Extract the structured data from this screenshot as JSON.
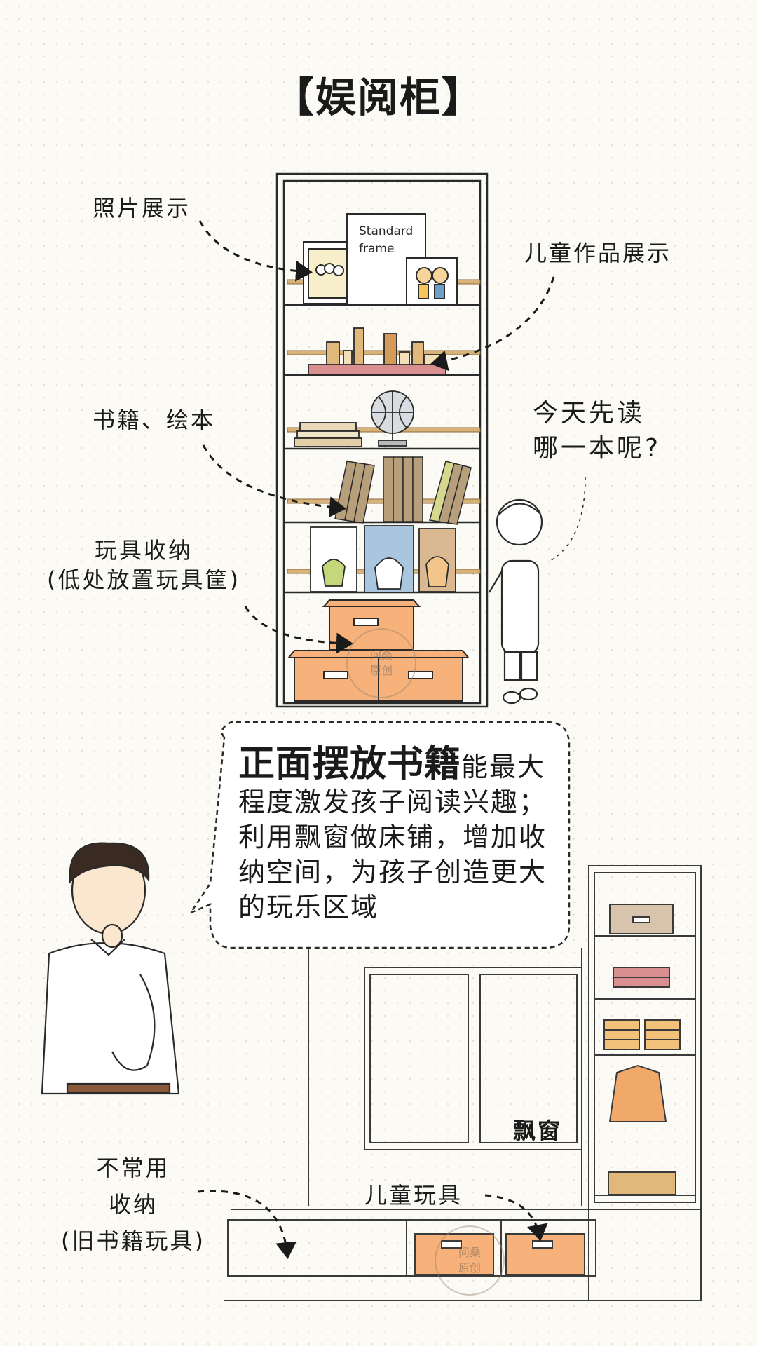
{
  "title": "【娱阅柜】",
  "labels": {
    "photo_display": "照片展示",
    "kids_work_display": "儿童作品展示",
    "books": "书籍、绘本",
    "toy_storage_line1": "玩具收纳",
    "toy_storage_line2": "(低处放置玩具筐)",
    "bay_window": "飘窗",
    "rarely_used_line1": "不常用",
    "rarely_used_line2": "收纳",
    "rarely_used_line3": "(旧书籍玩具)",
    "kids_toys": "儿童玩具"
  },
  "speech": {
    "line1": "今天先读",
    "line2": "哪一本呢?"
  },
  "bubble": {
    "emphasis": "正面摆放书籍",
    "rest": "能最大程度激发孩子阅读兴趣；利用飘窗做床铺，增加收纳空间，为孩子创造更大的玩乐区域"
  },
  "frame_text": {
    "line1": "Standard",
    "line2": "frame"
  },
  "watermark": {
    "line1": "问桑",
    "line2": "原创"
  },
  "colors": {
    "ink": "#1a1a1a",
    "box_orange": "#f6b27a",
    "shelf_wood": "#d7b37a",
    "book_tan": "#b89f7c",
    "bg": "#fbfaf4"
  }
}
